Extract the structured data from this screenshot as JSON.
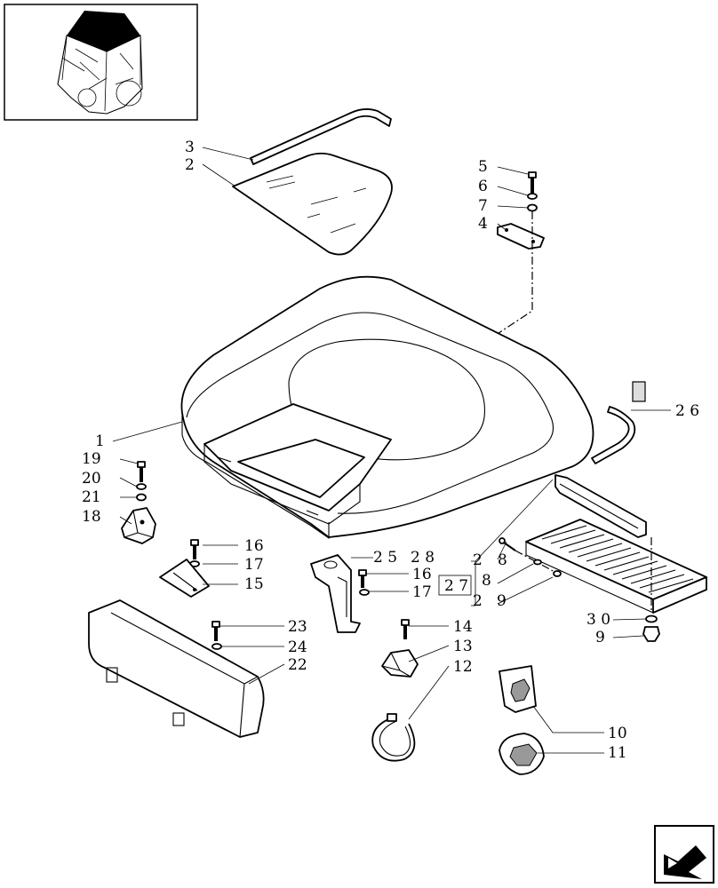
{
  "diagram": {
    "thumbnail_icon": "tractor-cab-roof-thumbnail",
    "nav_icon": "next-page-arrow-icon",
    "callouts": [
      {
        "id": "c1",
        "text": "1"
      },
      {
        "id": "c2",
        "text": "2"
      },
      {
        "id": "c3",
        "text": "3"
      },
      {
        "id": "c4",
        "text": "4"
      },
      {
        "id": "c5",
        "text": "5"
      },
      {
        "id": "c6",
        "text": "6"
      },
      {
        "id": "c7",
        "text": "7"
      },
      {
        "id": "c8a",
        "text": "8"
      },
      {
        "id": "c8b",
        "text": "8"
      },
      {
        "id": "c9a",
        "text": "9"
      },
      {
        "id": "c9b",
        "text": "9"
      },
      {
        "id": "c10",
        "text": "10"
      },
      {
        "id": "c11",
        "text": "11"
      },
      {
        "id": "c12",
        "text": "12"
      },
      {
        "id": "c13",
        "text": "13"
      },
      {
        "id": "c14",
        "text": "14"
      },
      {
        "id": "c15",
        "text": "15"
      },
      {
        "id": "c16a",
        "text": "16"
      },
      {
        "id": "c16b",
        "text": "16"
      },
      {
        "id": "c17a",
        "text": "17"
      },
      {
        "id": "c17b",
        "text": "17"
      },
      {
        "id": "c18",
        "text": "18"
      },
      {
        "id": "c19",
        "text": "19"
      },
      {
        "id": "c20",
        "text": "20"
      },
      {
        "id": "c21",
        "text": "21"
      },
      {
        "id": "c22",
        "text": "22"
      },
      {
        "id": "c23",
        "text": "23"
      },
      {
        "id": "c24",
        "text": "24"
      },
      {
        "id": "c25",
        "text": "2 5"
      },
      {
        "id": "c26",
        "text": "2 6"
      },
      {
        "id": "c27",
        "text": "2 7"
      },
      {
        "id": "c28",
        "text": "2 8"
      },
      {
        "id": "c29",
        "text": "2 9"
      },
      {
        "id": "c30",
        "text": "3 0"
      }
    ]
  }
}
